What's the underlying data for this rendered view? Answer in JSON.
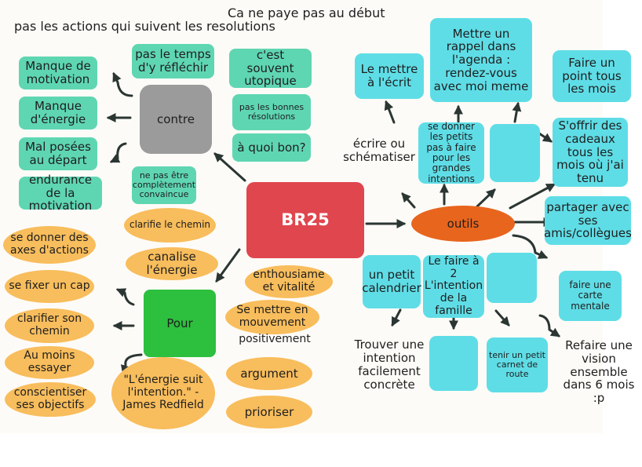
{
  "header": {
    "left": "pas les actions qui suivent les resolutions",
    "center": "Ca ne paye pas au début"
  },
  "center": {
    "label": "BR25"
  },
  "contre": {
    "label": "contre",
    "left": [
      "Manque de motivation",
      "Manque d'énergie",
      "Mal posées au départ",
      "endurance de la motivation"
    ],
    "right": [
      "pas le temps d'y réfléchir",
      "c'est souvent utopique",
      "pas les bonnes résolutions",
      "à quoi bon?",
      "ne pas être complètement convaincue"
    ]
  },
  "pour": {
    "label": "Pour",
    "top": [
      "clarifie le chemin",
      "canalise l'énergie"
    ],
    "right": [
      "enthousiame et vitalité",
      "Se mettre en mouvement",
      "positivement"
    ],
    "left": [
      "se donner des axes d'actions",
      "se fixer un cap",
      "clarifier son chemin",
      "Au moins essayer",
      "conscientiser ses objectifs"
    ],
    "quote": "\"L'énergie suit l'intention.\" - James Redfield",
    "bottom": [
      "argument",
      "prioriser"
    ]
  },
  "outils": {
    "label": "outils",
    "top": [
      "écrire ou schématiser",
      "se donner les petits pas à faire pour les grandes intentions",
      "Le mettre à l'écrit",
      "Mettre un rappel dans l'agenda : rendez-vous avec moi meme"
    ],
    "right": [
      "Faire un point tous les mois",
      "S'offrir des cadeaux tous les mois où j'ai tenu",
      "partager avec ses amis/collègues"
    ],
    "bottom": [
      "un petit calendrier",
      "Le faire à 2 L'intention de la famille",
      "Trouver une intention facilement concrète",
      "tenir un petit carnet de route",
      "faire une carte mentale",
      "Refaire une vision ensemble dans 6 mois :p"
    ]
  },
  "colors": {
    "center": "#e0464d",
    "outils": "#e8651d",
    "contre": "#9b9b9b",
    "pour": "#2dbf3e",
    "green_note": "#5fd6b2",
    "cyan_note": "#5fdde6",
    "orange_note": "#f8bd5c"
  }
}
